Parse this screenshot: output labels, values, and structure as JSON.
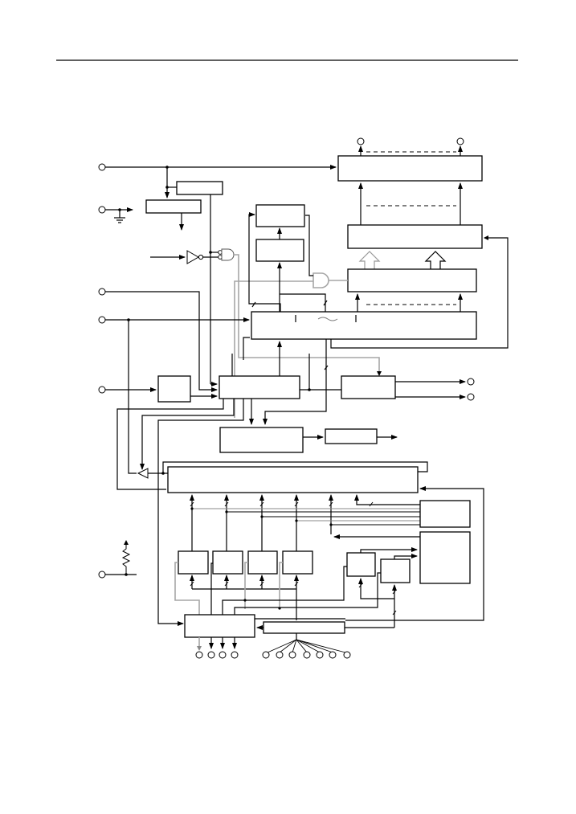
{
  "page": {
    "kind": "block-diagram",
    "header_rule": true,
    "caption": ""
  },
  "diagram": {
    "labels_visible": false,
    "blocks": [
      {
        "id": "output-driver-top"
      },
      {
        "id": "latch-top"
      },
      {
        "id": "shift-register"
      },
      {
        "id": "main-register-bus"
      },
      {
        "id": "small-reg-a"
      },
      {
        "id": "small-reg-b"
      },
      {
        "id": "reset-block"
      },
      {
        "id": "power-detect"
      },
      {
        "id": "input-buffer"
      },
      {
        "id": "control-logic"
      },
      {
        "id": "output-control"
      },
      {
        "id": "timing-block"
      },
      {
        "id": "small-output-block"
      },
      {
        "id": "internal-bus"
      },
      {
        "id": "counter-1"
      },
      {
        "id": "counter-2"
      },
      {
        "id": "counter-3"
      },
      {
        "id": "counter-4"
      },
      {
        "id": "aux-block-a"
      },
      {
        "id": "aux-block-b"
      },
      {
        "id": "status-block"
      },
      {
        "id": "memory-block"
      },
      {
        "id": "io-mux"
      },
      {
        "id": "input-select"
      }
    ],
    "pins": {
      "top_outputs": 2,
      "left_inputs": 5,
      "right_outputs": 2,
      "bottom_outputs": 4,
      "bottom_inputs": 7,
      "pullup_pin": 1
    },
    "gates": [
      "inverter",
      "nand",
      "and",
      "buffer"
    ]
  }
}
